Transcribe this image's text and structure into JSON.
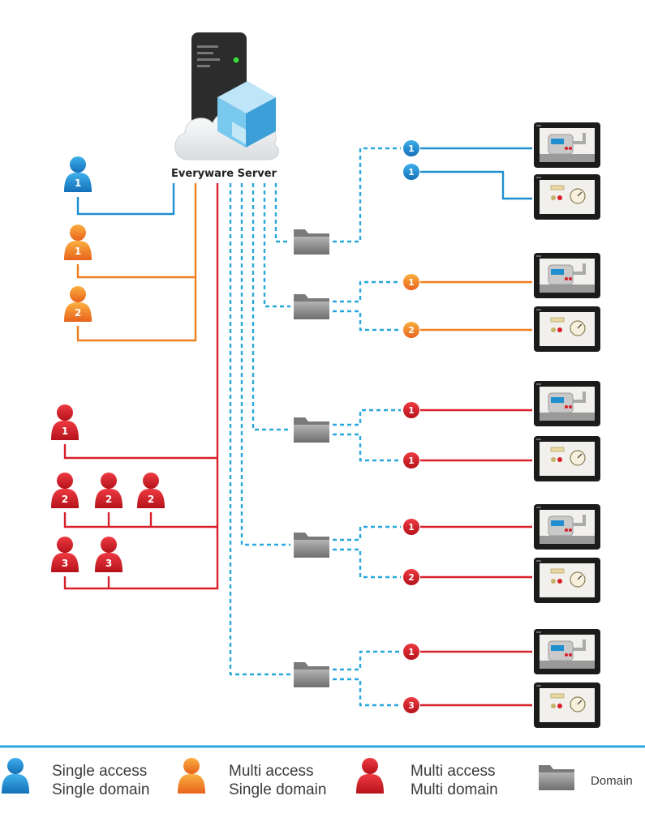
{
  "server": {
    "label": "Everyware Server"
  },
  "colors": {
    "single_access_single_domain": "#1f8fd0",
    "multi_access_single_domain": "#f07f1f",
    "multi_access_multi_domain": "#d8202a",
    "domain_link": "#29a7dc",
    "folder": "#8e8e8e"
  },
  "users": [
    {
      "group": "single_access_single_domain",
      "number": "1"
    },
    {
      "group": "multi_access_single_domain",
      "number": "1"
    },
    {
      "group": "multi_access_single_domain",
      "number": "2"
    },
    {
      "group": "multi_access_multi_domain",
      "number": "1"
    },
    {
      "group": "multi_access_multi_domain",
      "number": "2"
    },
    {
      "group": "multi_access_multi_domain",
      "number": "2"
    },
    {
      "group": "multi_access_multi_domain",
      "number": "2"
    },
    {
      "group": "multi_access_multi_domain",
      "number": "3"
    },
    {
      "group": "multi_access_multi_domain",
      "number": "3"
    }
  ],
  "domains": [
    {
      "devices": [
        {
          "badge": "1",
          "group": "single_access_single_domain",
          "panel": "machine"
        },
        {
          "badge": "1",
          "group": "single_access_single_domain",
          "panel": "gauge"
        }
      ]
    },
    {
      "devices": [
        {
          "badge": "1",
          "group": "multi_access_single_domain",
          "panel": "machine"
        },
        {
          "badge": "2",
          "group": "multi_access_single_domain",
          "panel": "gauge"
        }
      ]
    },
    {
      "devices": [
        {
          "badge": "1",
          "group": "multi_access_multi_domain",
          "panel": "machine"
        },
        {
          "badge": "1",
          "group": "multi_access_multi_domain",
          "panel": "gauge"
        }
      ]
    },
    {
      "devices": [
        {
          "badge": "1",
          "group": "multi_access_multi_domain",
          "panel": "machine"
        },
        {
          "badge": "2",
          "group": "multi_access_multi_domain",
          "panel": "gauge"
        }
      ]
    },
    {
      "devices": [
        {
          "badge": "1",
          "group": "multi_access_multi_domain",
          "panel": "machine"
        },
        {
          "badge": "3",
          "group": "multi_access_multi_domain",
          "panel": "gauge"
        }
      ]
    }
  ],
  "legend": {
    "single": {
      "line1": "Single access",
      "line2": "Single domain"
    },
    "multi_single": {
      "line1": "Multi access",
      "line2": "Single domain"
    },
    "multi_multi": {
      "line1": "Multi access",
      "line2": "Multi domain"
    },
    "domain": {
      "label": "Domain"
    }
  }
}
